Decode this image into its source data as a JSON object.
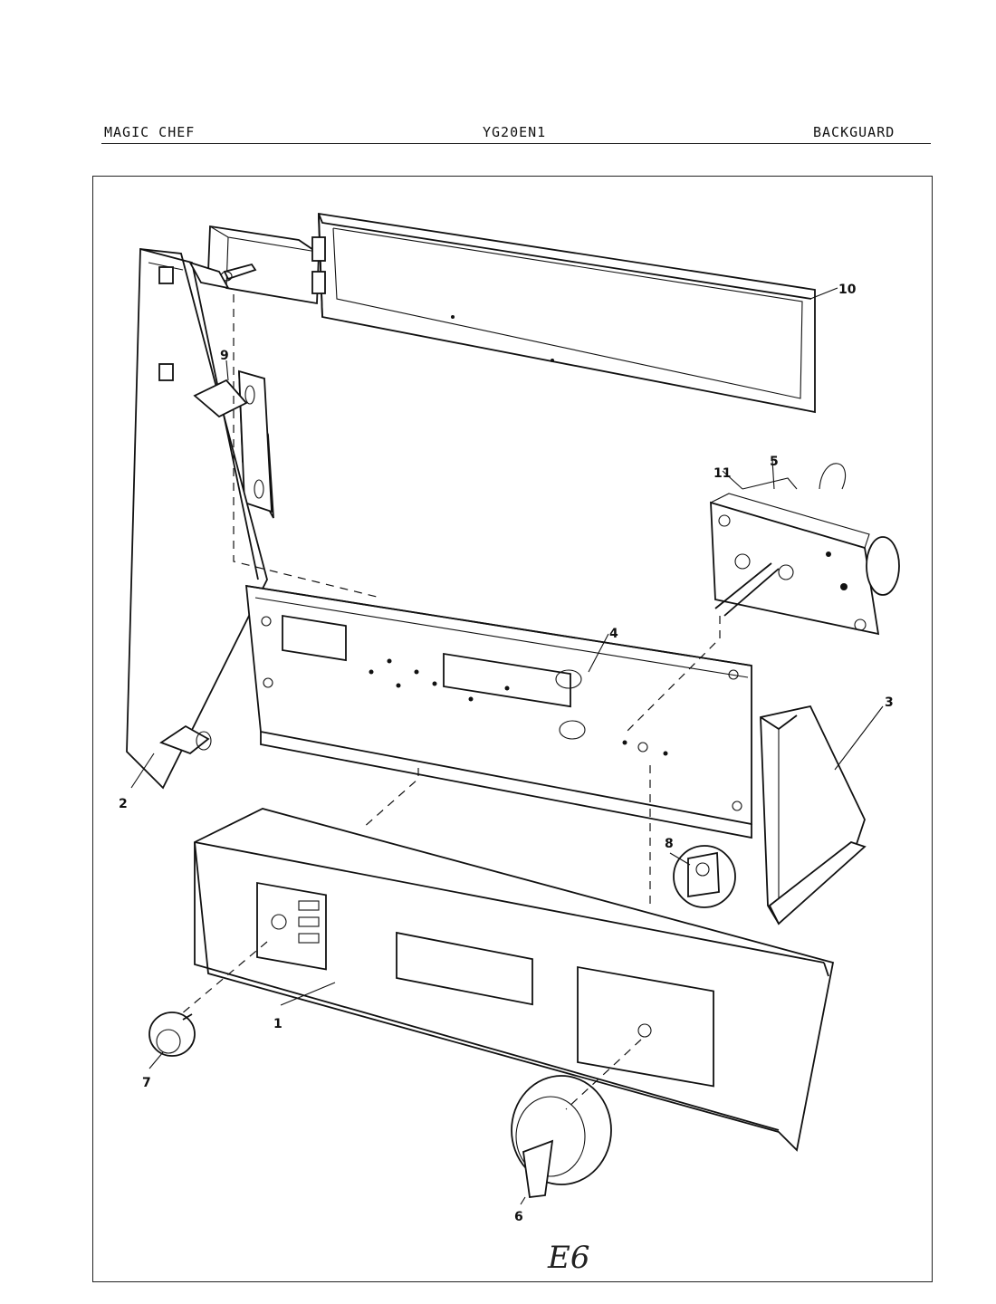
{
  "header": {
    "brand": "MAGIC CHEF",
    "model": "YG20EN1",
    "section": "BACKGUARD"
  },
  "callouts": [
    "1",
    "2",
    "3",
    "4",
    "5",
    "6",
    "7",
    "8",
    "9",
    "10",
    "11"
  ],
  "footer": {
    "page_code": "E6"
  }
}
